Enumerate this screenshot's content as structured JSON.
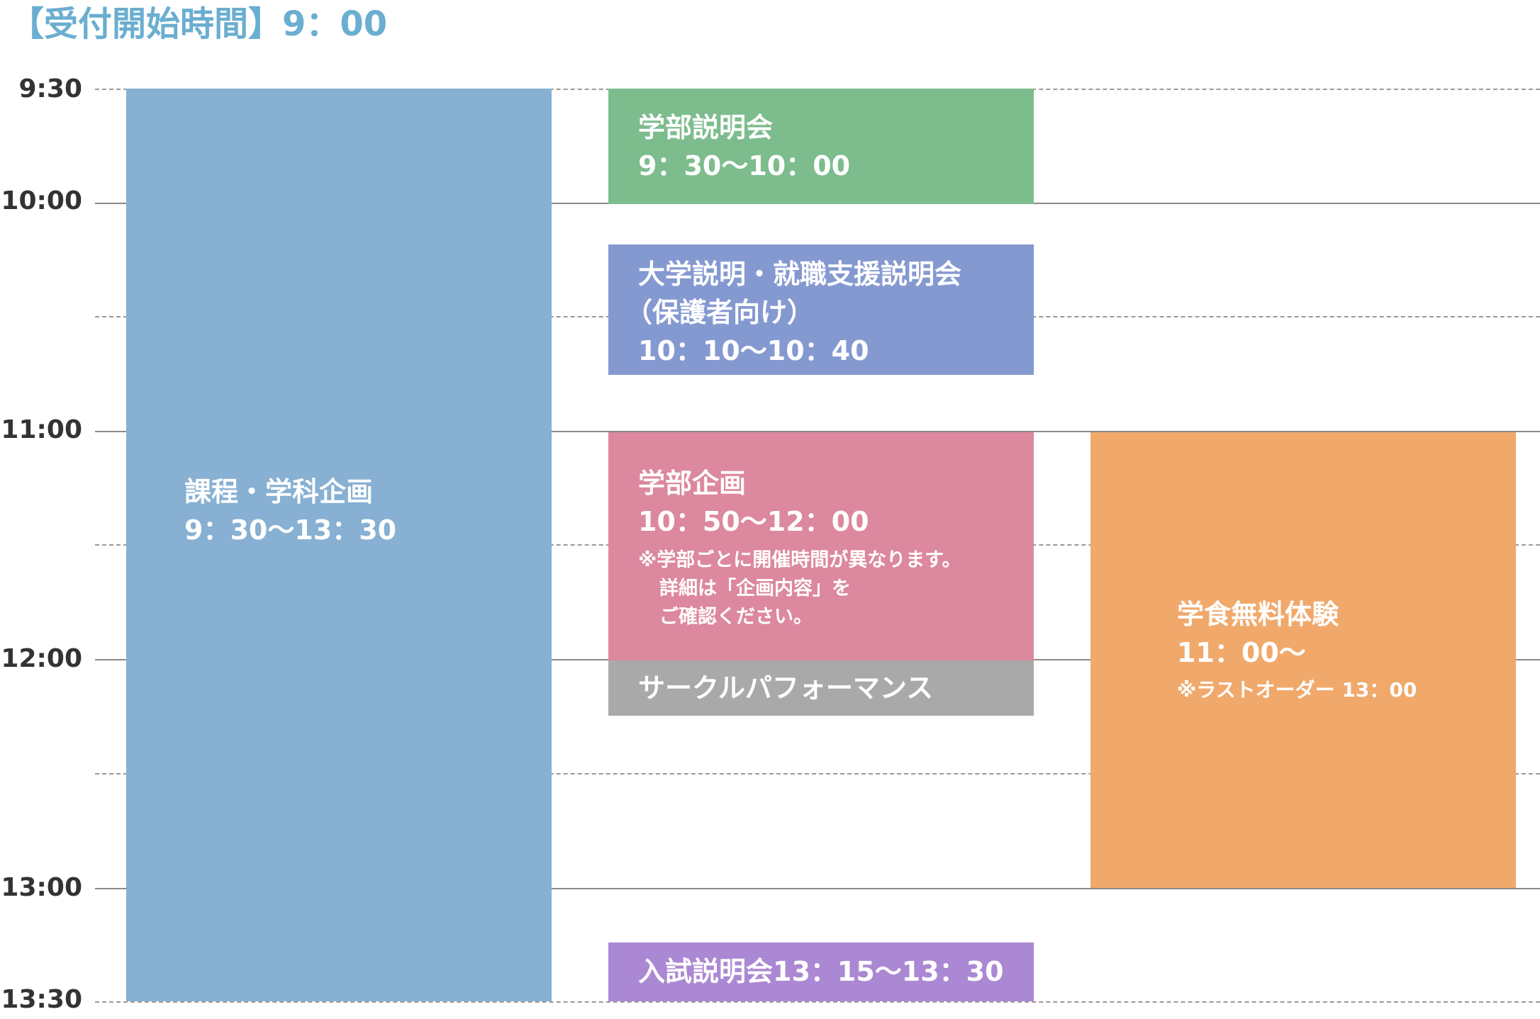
{
  "header": {
    "title": "【受付開始時間】9：00"
  },
  "colors": {
    "header": "#6aaed0",
    "course": "#87b0d2",
    "faculty_briefing": "#7dbc8d",
    "university_briefing": "#8599d1",
    "faculty_event": "#dc889e",
    "circle": "#a9a9a9",
    "cafeteria": "#f0a96b",
    "exam_briefing": "#ab88d3"
  },
  "timeline": {
    "labels": [
      "9:30",
      "10:00",
      "11:00",
      "12:00",
      "13:00",
      "13:30"
    ]
  },
  "events": {
    "course": {
      "title": "課程・学科企画",
      "time": "9：30〜13：30"
    },
    "faculty_briefing": {
      "title": "学部説明会",
      "time": "9：30〜10：00"
    },
    "university_briefing": {
      "title": "大学説明・就職支援説明会",
      "subtitle": "（保護者向け）",
      "time": "10：10〜10：40"
    },
    "faculty_event": {
      "title": "学部企画",
      "time": "10：50〜12：00",
      "note_line1": "※学部ごとに開催時間が異なります。",
      "note_line2": "詳細は「企画内容」を",
      "note_line3": "ご確認ください。"
    },
    "circle": {
      "title": "サークルパフォーマンス"
    },
    "cafeteria": {
      "title": "学食無料体験",
      "time": "11：00〜",
      "note": "※ラストオーダー 13：00"
    },
    "exam_briefing": {
      "title": "入試説明会13：15〜13：30"
    }
  }
}
